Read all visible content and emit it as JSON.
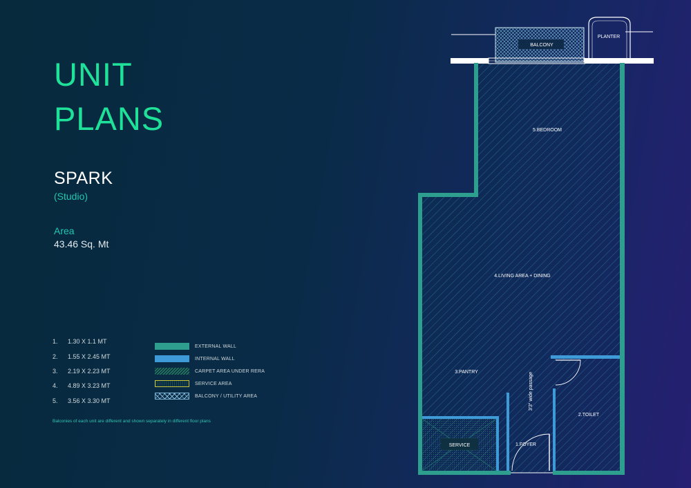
{
  "title": {
    "line1": "UNIT",
    "line2": "PLANS"
  },
  "unit": {
    "name": "SPARK",
    "type": "(Studio)"
  },
  "area": {
    "label": "Area",
    "value": "43.46 Sq. Mt"
  },
  "dimensions": [
    {
      "num": "1.",
      "size": "1.30 X 1.1 MT"
    },
    {
      "num": "2.",
      "size": "1.55 X 2.45 MT"
    },
    {
      "num": "3.",
      "size": "2.19 X 2.23 MT"
    },
    {
      "num": "4.",
      "size": "4.89 X 3.23 MT"
    },
    {
      "num": "5.",
      "size": "3.56 X 3.30 MT"
    }
  ],
  "legend": [
    {
      "label": "EXTERNAL WALL",
      "color": "#2e9e8e"
    },
    {
      "label": "INTERNAL WALL",
      "color": "#3f9ad8"
    },
    {
      "label": "CARPET AREA UNDER RERA",
      "color": "#2a8a6a"
    },
    {
      "label": "SERVICE AREA",
      "color": "#c9c23a"
    },
    {
      "label": "BALCONY / UTILITY AREA",
      "color": "#7fb6d8"
    }
  ],
  "note": "Balconies of each unit are different and shown separately in different floor plans",
  "rooms": {
    "balcony": "BALCONY",
    "planter": "PLANTER",
    "bedroom": "5.BEDROOM",
    "living": "4.LIVING AREA + DINING",
    "pantry": "3.PANTRY",
    "passage": "3'3\" wide passage",
    "toilet": "2.TOILET",
    "service": "SERVICE",
    "foyer": "1.FOYER"
  }
}
